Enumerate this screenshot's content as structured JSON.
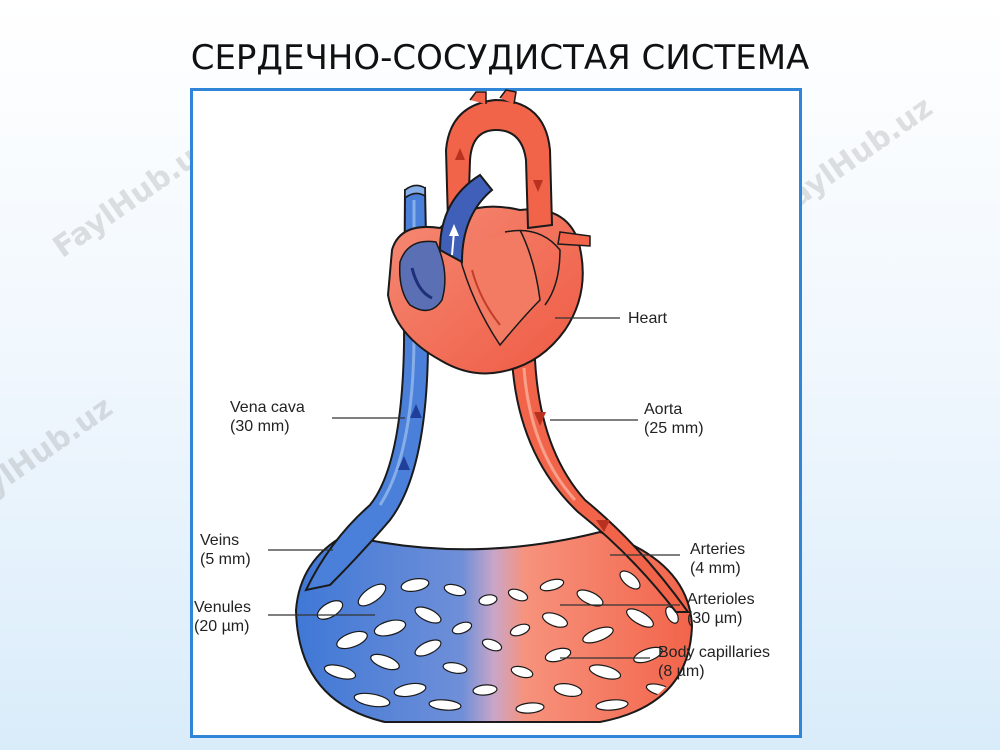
{
  "title": "СЕРДЕЧНО-СОСУДИСТАЯ СИСТЕМА",
  "watermark_text": "FaylHub.uz",
  "colors": {
    "frame": "#2f86d8",
    "arterial": "#f2644a",
    "arterial_light": "#f9a08b",
    "venous": "#3f78d6",
    "venous_light": "#86aee8",
    "outline": "#1a1a1a"
  },
  "labels": {
    "heart": {
      "name": "Heart"
    },
    "vena_cava": {
      "name": "Vena cava",
      "size": "(30 mm)"
    },
    "aorta": {
      "name": "Aorta",
      "size": "(25 mm)"
    },
    "veins": {
      "name": "Veins",
      "size": "(5 mm)"
    },
    "arteries": {
      "name": "Arteries",
      "size": "(4 mm)"
    },
    "venules": {
      "name": "Venules",
      "size": "(20 µm)"
    },
    "arterioles": {
      "name": "Arterioles",
      "size": "(30 µm)"
    },
    "capillaries": {
      "name": "Body capillaries",
      "size": "(8 µm)"
    }
  }
}
